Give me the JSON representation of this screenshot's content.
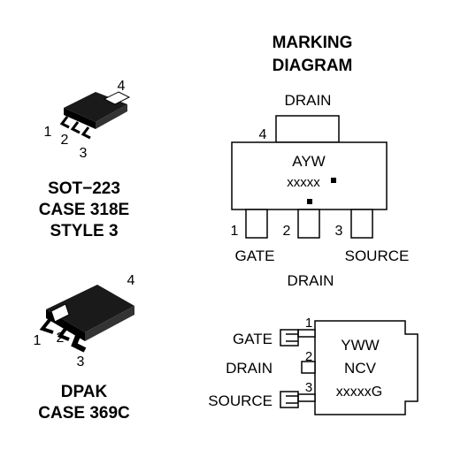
{
  "sot223": {
    "pin_numbers": [
      "1",
      "2",
      "3",
      "4"
    ],
    "caption": [
      "SOT−223",
      "CASE 318E",
      "STYLE 3"
    ]
  },
  "dpak": {
    "pin_numbers": [
      "1",
      "2",
      "3",
      "4"
    ],
    "caption": [
      "DPAK",
      "CASE 369C"
    ]
  },
  "marking_diagram": {
    "title": [
      "MARKING",
      "DIAGRAM"
    ],
    "sot223_marking": {
      "top_label": "DRAIN",
      "tab_pin": "4",
      "line1": "AYW",
      "line2": "xxxxx",
      "pins": [
        {
          "number": "1",
          "label": "GATE"
        },
        {
          "number": "2",
          "label": "DRAIN"
        },
        {
          "number": "3",
          "label": "SOURCE"
        }
      ]
    },
    "dpak_marking": {
      "line1": "YWW",
      "line2": "NCV",
      "line3": "xxxxxG",
      "pins": [
        {
          "number": "1",
          "label": "GATE"
        },
        {
          "number": "2",
          "label": "DRAIN"
        },
        {
          "number": "3",
          "label": "SOURCE"
        }
      ]
    }
  }
}
